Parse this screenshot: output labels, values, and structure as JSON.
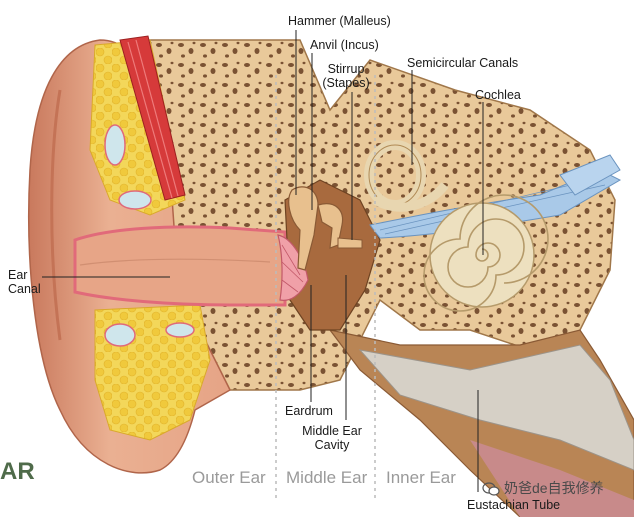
{
  "labels": {
    "hammer": "Hammer (Malleus)",
    "anvil": "Anvil (Incus)",
    "stirrup_1": "Stirrup",
    "stirrup_2": "(Stapes)",
    "semicircular": "Semicircular Canals",
    "cochlea": "Cochlea",
    "ear_canal_1": "Ear",
    "ear_canal_2": "Canal",
    "eardrum": "Eardrum",
    "middle_cavity_1": "Middle Ear",
    "middle_cavity_2": "Cavity",
    "eustachian": "Eustachian Tube"
  },
  "regions": {
    "outer": "Outer Ear",
    "middle": "Middle Ear",
    "inner": "Inner Ear"
  },
  "partial_title": "AR",
  "watermark": "奶爸de自我修养",
  "colors": {
    "skin": "#e8a98a",
    "skin_dark": "#c97b60",
    "fat": "#f2d04e",
    "bone": "#e9c99a",
    "bone_spot": "#6e4a2e",
    "muscle": "#d63a3a",
    "canal_pink": "#e16a7a",
    "nerve": "#8fb7de",
    "cochlea": "#eadbb8"
  }
}
